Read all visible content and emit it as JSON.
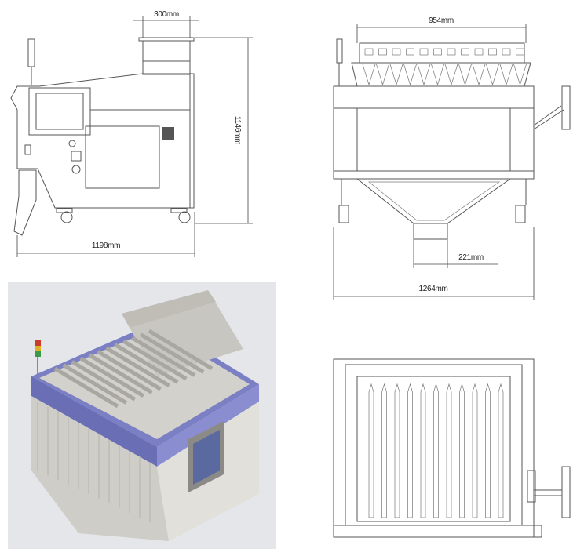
{
  "side_view": {
    "width_label": "1198mm",
    "height_label": "1146mm",
    "hopper_label": "300mm"
  },
  "front_view": {
    "hopper_width_label": "954mm",
    "outlet_label": "221mm",
    "width_label": "1264mm"
  },
  "colors": {
    "line": "#555555",
    "frame_purple": "#7b7fc4",
    "body_gray": "#d8d6d0",
    "render_bg": "#e4e6ea",
    "screen": "#5a6aa0"
  }
}
